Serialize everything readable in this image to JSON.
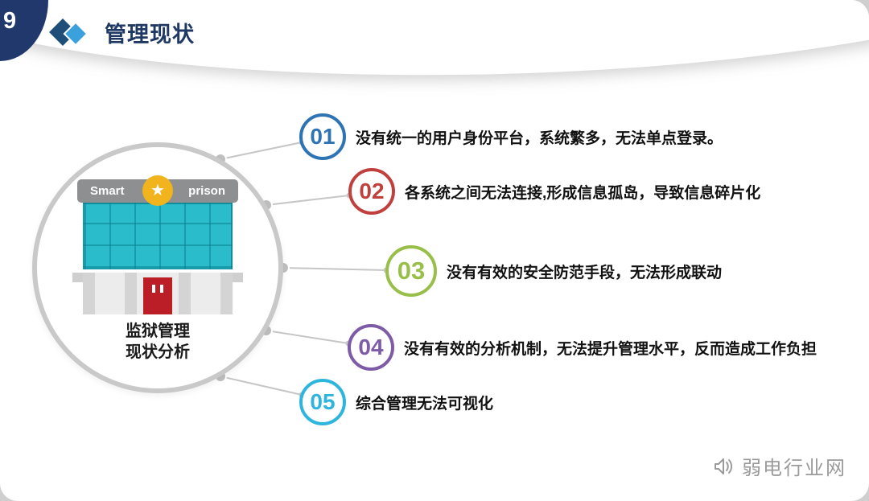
{
  "page_number": "9",
  "header": {
    "title": "管理现状",
    "title_color": "#1f3864"
  },
  "building": {
    "sign_left": "Smart",
    "sign_right": "prison",
    "star": "★",
    "caption_line1": "监狱管理",
    "caption_line2": "现状分析"
  },
  "points": [
    {
      "number": "01",
      "color": "#2e74b5",
      "text": "没有统一的用户身份平台，系统繁多，无法单点登录。"
    },
    {
      "number": "02",
      "color": "#c0403e",
      "text": "各系统之间无法连接,形成信息孤岛，导致信息碎片化"
    },
    {
      "number": "03",
      "color": "#98bf4a",
      "text": "没有有效的安全防范手段，无法形成联动"
    },
    {
      "number": "04",
      "color": "#7d5ba6",
      "text": "没有有效的分析机制，无法提升管理水平，反而造成工作负担"
    },
    {
      "number": "05",
      "color": "#2eb5dd",
      "text": "综合管理无法可视化"
    }
  ],
  "watermark": {
    "text": "弱电行业网"
  }
}
